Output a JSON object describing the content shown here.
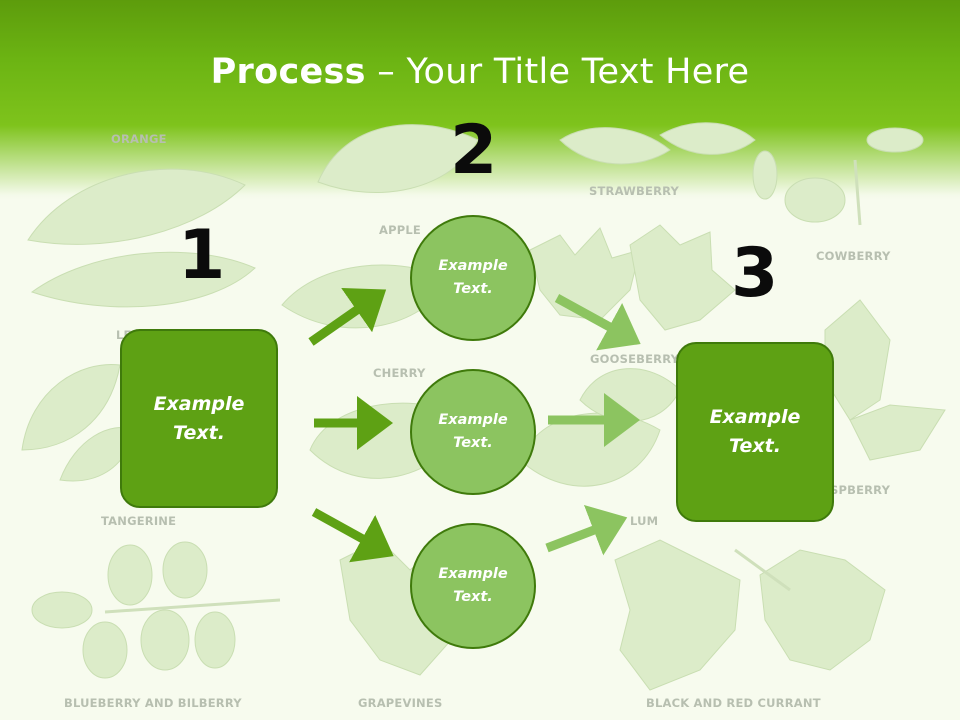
{
  "slide": {
    "title_bold": "Process",
    "title_rest": " – Your Title Text Here"
  },
  "leaf_labels": {
    "orange": "ORANGE",
    "apple": "APPLE",
    "strawberry": "STRAWBERRY",
    "cowberry": "COWBERRY",
    "lemon": "LE",
    "cherry": "CHERRY",
    "gooseberry": "GOOSEBERRY",
    "raspberry": "SPBERRY",
    "tangerine": "TANGERINE",
    "plum": "LUM",
    "blueberry": "BLUEBERRY AND BILBERRY",
    "grapevines": "GRAPEVINES",
    "currant": "BLACK AND RED CURRANT"
  },
  "steps": {
    "step1": {
      "number": "1",
      "text": "Example\nText."
    },
    "step2": {
      "number": "2",
      "items": [
        "Example\nText.",
        "Example\nText.",
        "Example\nText."
      ]
    },
    "step3": {
      "number": "3",
      "text": "Example\nText."
    }
  },
  "colors": {
    "box_fill": "#5ea114",
    "circle_fill": "#8cc460",
    "arrow_dark": "#5ea114",
    "arrow_light": "#8cc460",
    "header_green": "#6cb413"
  }
}
